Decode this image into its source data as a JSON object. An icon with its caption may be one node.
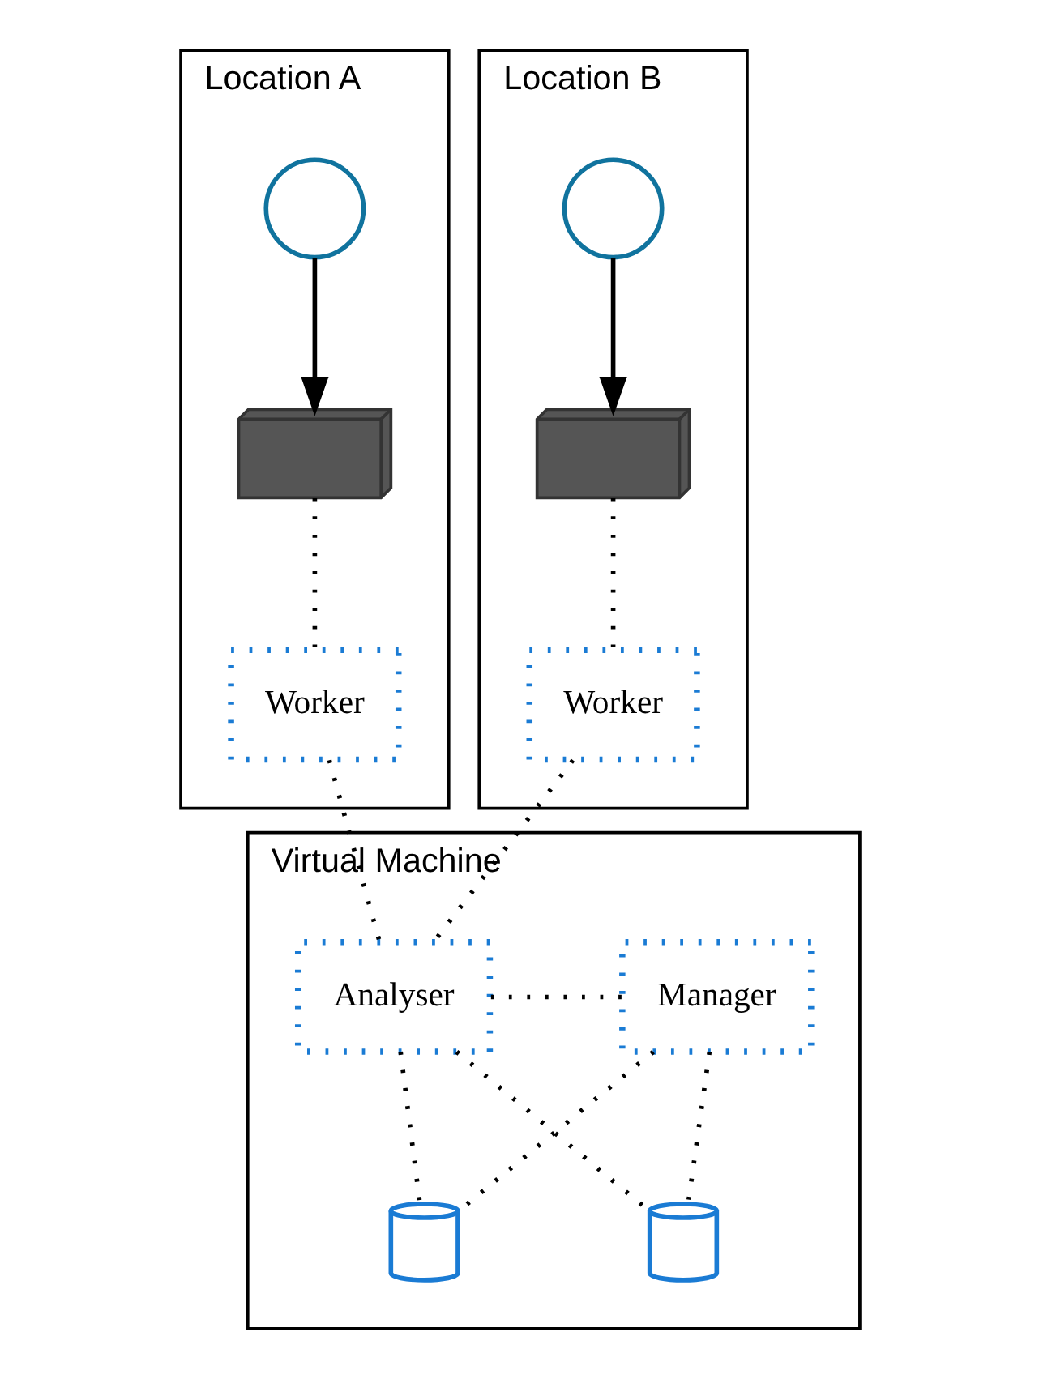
{
  "diagram": {
    "nodes": [
      {
        "text": [
          "Location A"
        ]
      },
      {
        "text": [],
        "shape": "circle",
        "in": 0
      },
      {
        "text": [],
        "shape": "picture",
        "in": 0
      },
      {
        "text": [
          "Worker"
        ],
        "in": 0
      },
      {
        "text": [
          "Location B"
        ]
      },
      {
        "text": [],
        "shape": "circle",
        "in": 4
      },
      {
        "text": [],
        "shape": "picture",
        "in": 4
      },
      {
        "text": [
          "Worker"
        ],
        "in": 4
      },
      {
        "text": [
          "Virtual Machine"
        ]
      },
      {
        "text": [
          "Manager"
        ],
        "in": 8
      },
      {
        "text": [
          "Analyser"
        ],
        "in": 8
      },
      {
        "text": [],
        "shape": "cylinder",
        "in": 8
      },
      {
        "text": [],
        "shape": "cylinder",
        "in": 8
      }
    ],
    "edges": [
      {
        "from": 1,
        "to": 2,
        "arrow": "to"
      },
      {
        "from": 2,
        "to": 3,
        "arrow": "none",
        "style": "dashed"
      },
      {
        "from": 5,
        "to": 6,
        "arrow": "to"
      },
      {
        "from": 6,
        "to": 7,
        "arrow": "none",
        "style": "dashed"
      },
      {
        "from": 3,
        "to": 10,
        "arrow": "none",
        "style": "dashed"
      },
      {
        "from": 7,
        "to": 10,
        "arrow": "none",
        "style": "dashed"
      },
      {
        "from": 9,
        "to": 10,
        "arrow": "none",
        "style": "dashed"
      },
      {
        "from": 9,
        "to": 11,
        "arrow": "none",
        "style": "dashed"
      },
      {
        "from": 10,
        "to": 11,
        "arrow": "none",
        "style": "dashed"
      },
      {
        "from": 9,
        "to": 12,
        "arrow": "none",
        "style": "dashed"
      },
      {
        "from": 10,
        "to": 12,
        "arrow": "none",
        "style": "dashed"
      }
    ]
  }
}
